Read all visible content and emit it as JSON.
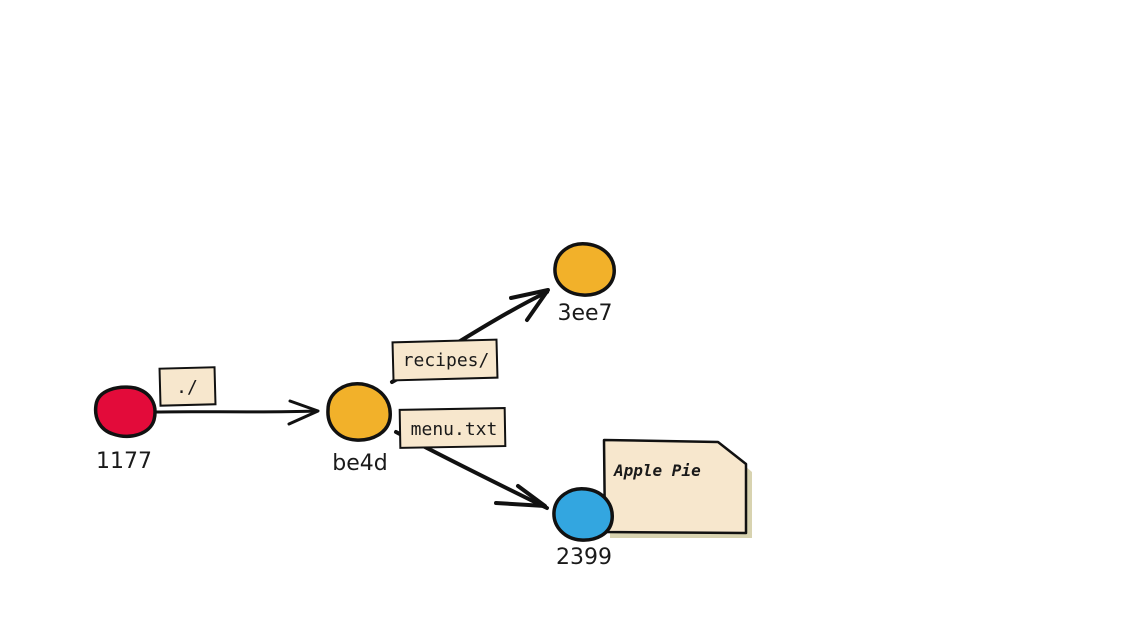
{
  "nodes": {
    "root": {
      "id": "1177",
      "color": "#e30b3a"
    },
    "tree": {
      "id": "be4d",
      "color": "#f2b12a"
    },
    "subtree": {
      "id": "3ee7",
      "color": "#f2b12a"
    },
    "blob": {
      "id": "2399",
      "color": "#33a6e0"
    }
  },
  "edges": {
    "root_to_tree": {
      "label": "./"
    },
    "tree_to_subtree": {
      "label": "recipes/"
    },
    "tree_to_blob": {
      "label": "menu.txt"
    }
  },
  "blob_content": {
    "text": "Apple Pie"
  },
  "colors": {
    "label_bg": "#f7e7cd",
    "note_bg": "#f7e7cd",
    "note_shadow": "#d8d3b0",
    "ink": "#111111"
  }
}
